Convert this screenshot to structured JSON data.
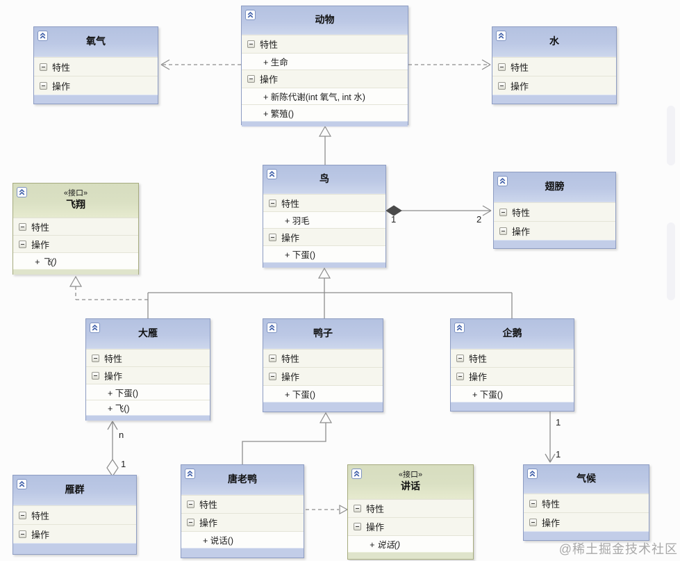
{
  "section_labels": {
    "properties": "特性",
    "operations": "操作"
  },
  "classes": [
    {
      "key": "oxygen",
      "title": "氧气",
      "props": [],
      "ops": []
    },
    {
      "key": "animal",
      "title": "动物",
      "props": [
        "+ 生命"
      ],
      "ops": [
        "+ 新陈代谢(int 氧气, int 水)",
        "+ 繁殖()"
      ]
    },
    {
      "key": "water",
      "title": "水",
      "props": [],
      "ops": []
    },
    {
      "key": "bird",
      "title": "鸟",
      "props": [
        "+ 羽毛"
      ],
      "ops": [
        "+ 下蛋()"
      ]
    },
    {
      "key": "wings",
      "title": "翅膀",
      "props": [],
      "ops": []
    },
    {
      "key": "fly",
      "title": "飞翔",
      "stereotype": "«接口»",
      "props": [],
      "ops": [
        "+ 飞()"
      ]
    },
    {
      "key": "wild-goose",
      "title": "大雁",
      "props": [],
      "ops": [
        "+ 下蛋()",
        "+ 飞()"
      ]
    },
    {
      "key": "duck",
      "title": "鸭子",
      "props": [],
      "ops": [
        "+ 下蛋()"
      ]
    },
    {
      "key": "penguin",
      "title": "企鹅",
      "props": [],
      "ops": [
        "+ 下蛋()"
      ]
    },
    {
      "key": "goose-flock",
      "title": "雁群",
      "props": [],
      "ops": []
    },
    {
      "key": "donald-duck",
      "title": "唐老鸭",
      "props": [],
      "ops": [
        "+ 说话()"
      ]
    },
    {
      "key": "speak",
      "title": "讲话",
      "stereotype": "«接口»",
      "props": [],
      "ops": [
        "+ 说话()"
      ]
    },
    {
      "key": "climate",
      "title": "气候",
      "props": [],
      "ops": []
    }
  ],
  "multiplicities": {
    "bird_wings_source": "1",
    "bird_wings_target": "2",
    "flock_goose_target": "n",
    "flock_goose_source": "1",
    "penguin_climate_source": "1",
    "penguin_climate_target": "1"
  },
  "watermark": "@稀土掘金技术社区",
  "colors": {
    "class_header": "#bcc8e5",
    "class_body": "#f8f8f1",
    "class_footer": "#c2cde8",
    "class_border": "#8d9cc2",
    "interface_header": "#dae0c3",
    "interface_footer": "#dfe4cb",
    "interface_border": "#a6ab7e",
    "connector": "#8c8c8c",
    "watermark_color": "#a0a0a0"
  }
}
